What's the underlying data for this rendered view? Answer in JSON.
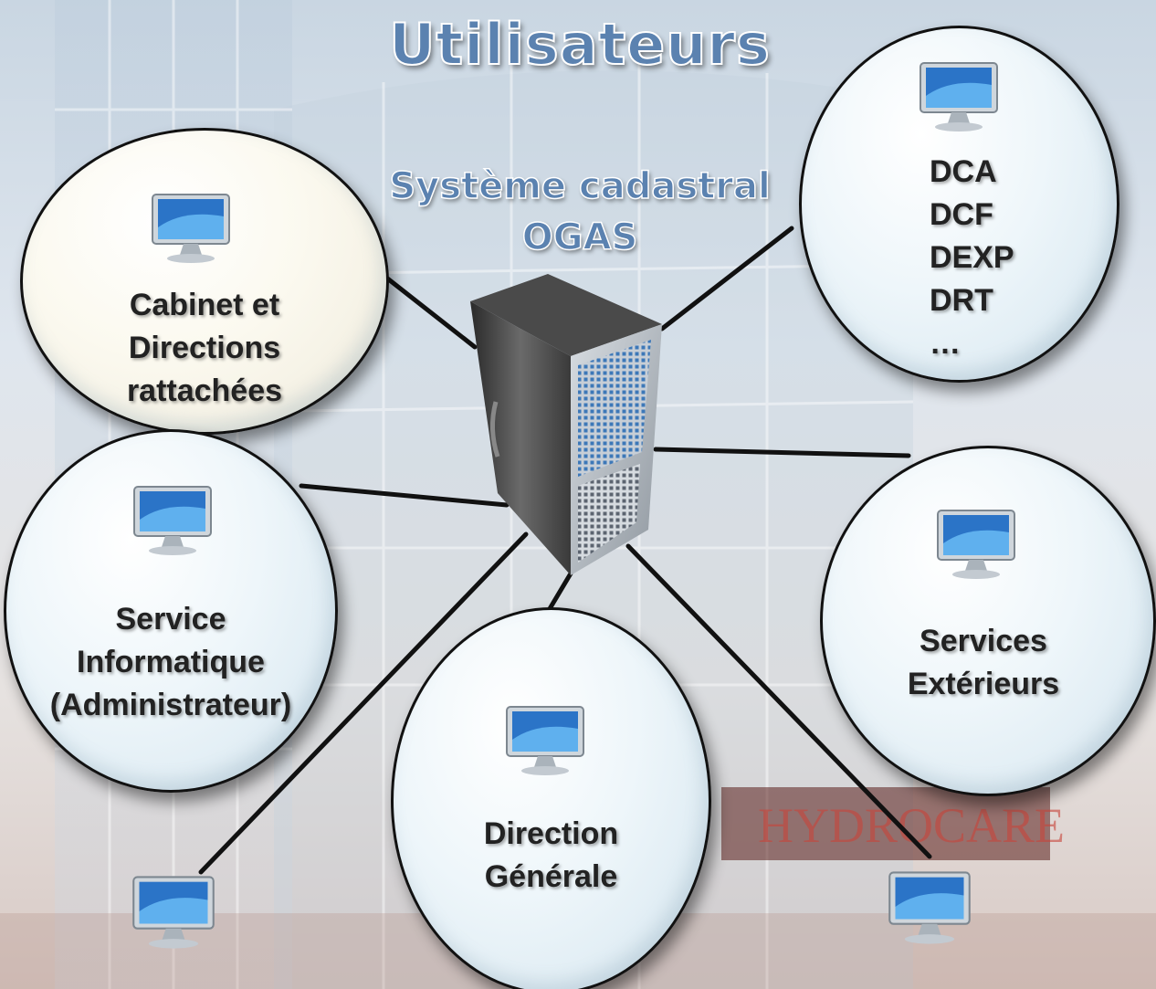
{
  "title": "Utilisateurs",
  "subtitle": [
    "Système cadastral",
    "OGAS"
  ],
  "colors": {
    "title": "#5b82b0",
    "node_fill": "#e8f3f8",
    "node_cream": "#faf8ec",
    "line": "#111111"
  },
  "icons": {
    "workstation": "monitor-icon",
    "server": "server-tower-icon"
  },
  "nodes": {
    "cabinet": {
      "lines": [
        "Cabinet et",
        "Directions",
        "rattachées"
      ]
    },
    "dca": {
      "lines": [
        "DCA",
        "DCF",
        "DEXP",
        "DRT",
        "…"
      ]
    },
    "service_info": {
      "lines": [
        "Service",
        "Informatique",
        "(Administrateur)"
      ]
    },
    "services_ext": {
      "lines": [
        "Services",
        "Extérieurs"
      ]
    },
    "direction": {
      "lines": [
        "Direction",
        "Générale"
      ]
    }
  },
  "backdrop_sign": "HYDROCARE"
}
